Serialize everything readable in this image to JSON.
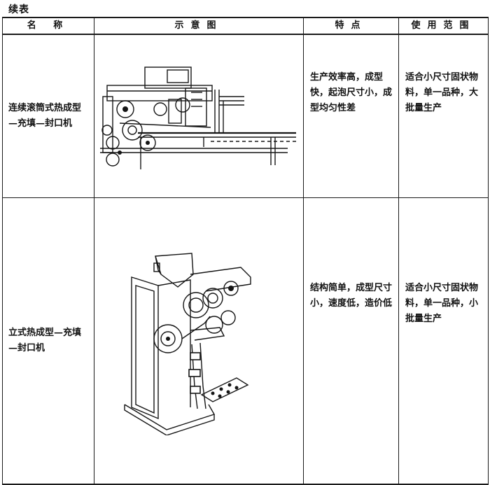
{
  "caption": "续表",
  "headers": {
    "name": "名 称",
    "diagram": "示意图",
    "features": "特点",
    "scope": "使用范围"
  },
  "rows": [
    {
      "name": "连续滚筒式热成型—充填—封口机",
      "features": "生产效率高，成型快，起泡尺寸小，成型均匀性差",
      "scope": "适合小尺寸固状物料，单一品种，大批量生产",
      "figure_icon": "continuous-drum-machine-drawing"
    },
    {
      "name": "立式热成型—充填—封口机",
      "features": "结构简单，成型尺寸小，速度低，造价低",
      "scope": "适合小尺寸固状物料，单一品种，小批量生产",
      "figure_icon": "vertical-machine-drawing"
    }
  ]
}
